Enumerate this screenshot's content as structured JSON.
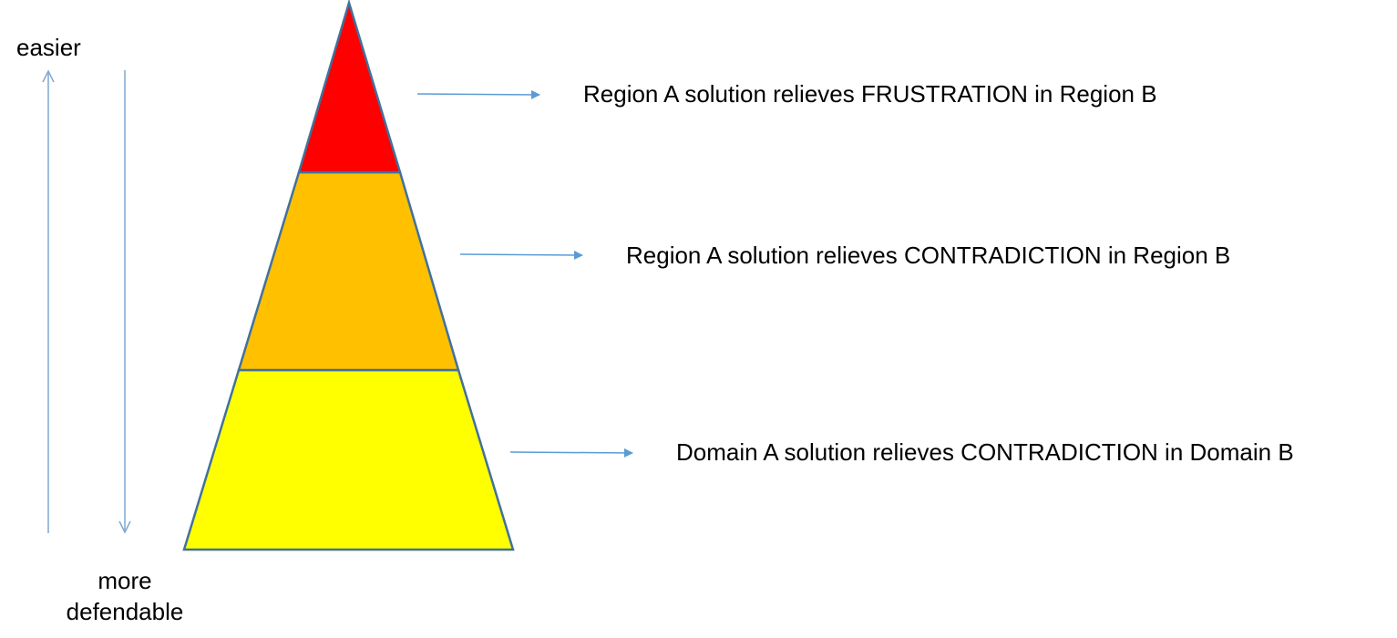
{
  "axis": {
    "top_label": "easier",
    "bottom_label_line1": "more",
    "bottom_label_line2": "defendable"
  },
  "pyramid": {
    "levels": [
      {
        "name": "top",
        "color": "#FF0000",
        "text": "Region A solution relieves FRUSTRATION in Region B"
      },
      {
        "name": "middle",
        "color": "#FFC000",
        "text": "Region A solution relieves CONTRADICTION in Region B"
      },
      {
        "name": "bottom",
        "color": "#FFFF00",
        "text": "Domain A solution relieves CONTRADICTION in Domain B"
      }
    ],
    "outline_color": "#41719C"
  },
  "arrow_color": "#5B9BD5"
}
